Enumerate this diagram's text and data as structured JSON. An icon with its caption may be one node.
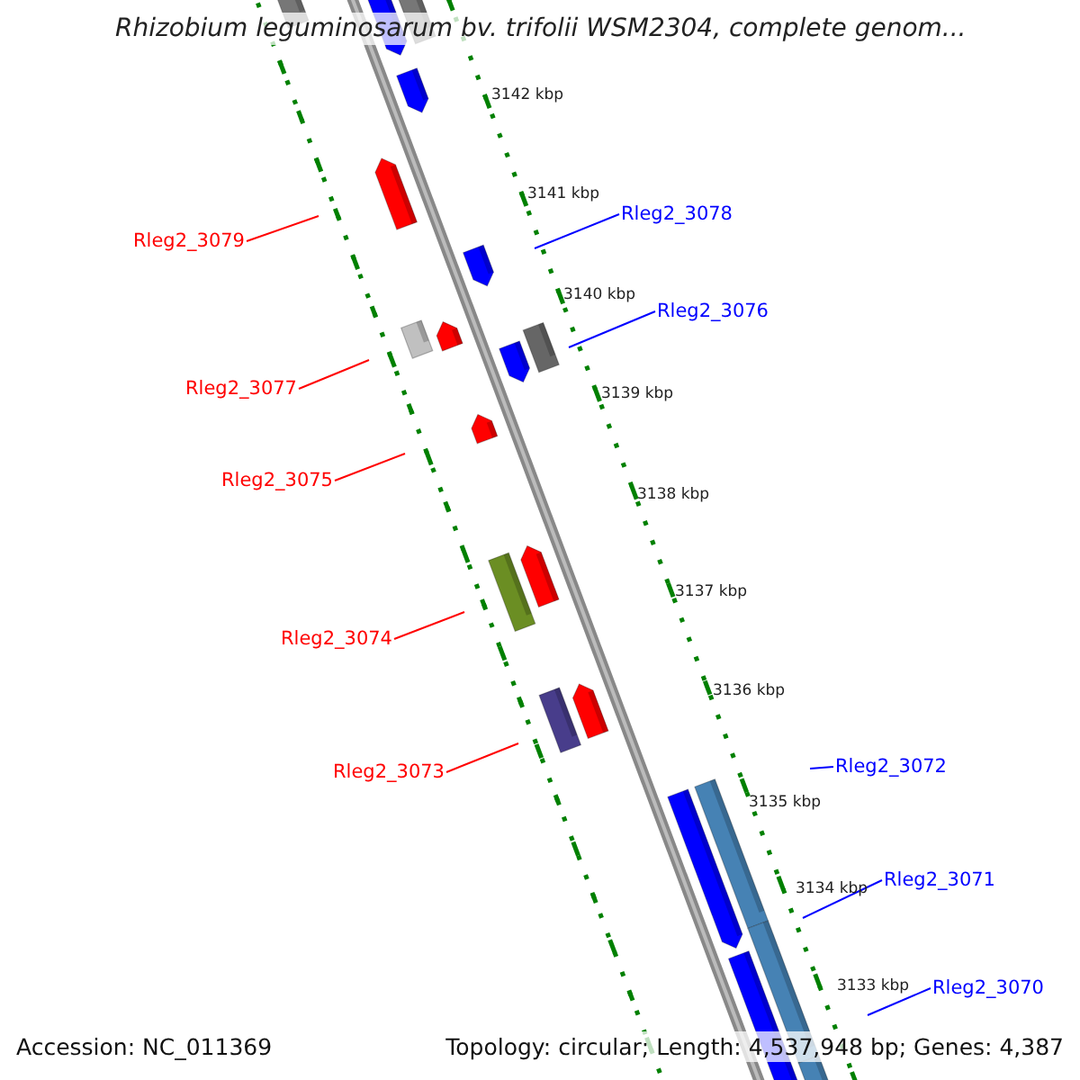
{
  "diagram": {
    "title": "Rhizobium leguminosarum bv. trifolii WSM2304, complete genom...",
    "nodes": [
      {
        "text": [
          "Rleg2_3078"
        ]
      },
      {
        "text": [
          "Rleg2_3079"
        ]
      },
      {
        "text": [
          "Rleg2_3076"
        ]
      },
      {
        "text": [
          "Rleg2_3077"
        ]
      },
      {
        "text": [
          "Rleg2_3075"
        ]
      },
      {
        "text": [
          "Rleg2_3074"
        ]
      },
      {
        "text": [
          "Rleg2_3072"
        ]
      },
      {
        "text": [
          "Rleg2_3073"
        ]
      },
      {
        "text": [
          "Rleg2_3071"
        ]
      },
      {
        "text": [
          "Rleg2_3070"
        ]
      }
    ],
    "edges": [
      {
        "from": 0,
        "to": null,
        "arrow": "none",
        "color": "#0000ff"
      },
      {
        "from": 1,
        "to": null,
        "arrow": "none",
        "color": "#ff0000"
      },
      {
        "from": 2,
        "to": null,
        "arrow": "none",
        "color": "#0000ff"
      },
      {
        "from": 3,
        "to": null,
        "arrow": "none",
        "color": "#ff0000"
      },
      {
        "from": 4,
        "to": null,
        "arrow": "none",
        "color": "#ff0000"
      },
      {
        "from": 5,
        "to": null,
        "arrow": "none",
        "color": "#ff0000"
      },
      {
        "from": 6,
        "to": null,
        "arrow": "none",
        "color": "#0000ff"
      },
      {
        "from": 7,
        "to": null,
        "arrow": "none",
        "color": "#ff0000"
      },
      {
        "from": 8,
        "to": null,
        "arrow": "none",
        "color": "#0000ff"
      },
      {
        "from": 9,
        "to": null,
        "arrow": "none",
        "color": "#0000ff"
      }
    ],
    "labels": [
      "3142 kbp",
      "3141 kbp",
      "3140 kbp",
      "3139 kbp",
      "3138 kbp",
      "3137 kbp",
      "3136 kbp",
      "3135 kbp",
      "3134 kbp",
      "3133 kbp",
      "Accession: NC_011369",
      "Topology: circular; Length: 4,537,948 bp; Genes: 4,387"
    ]
  }
}
